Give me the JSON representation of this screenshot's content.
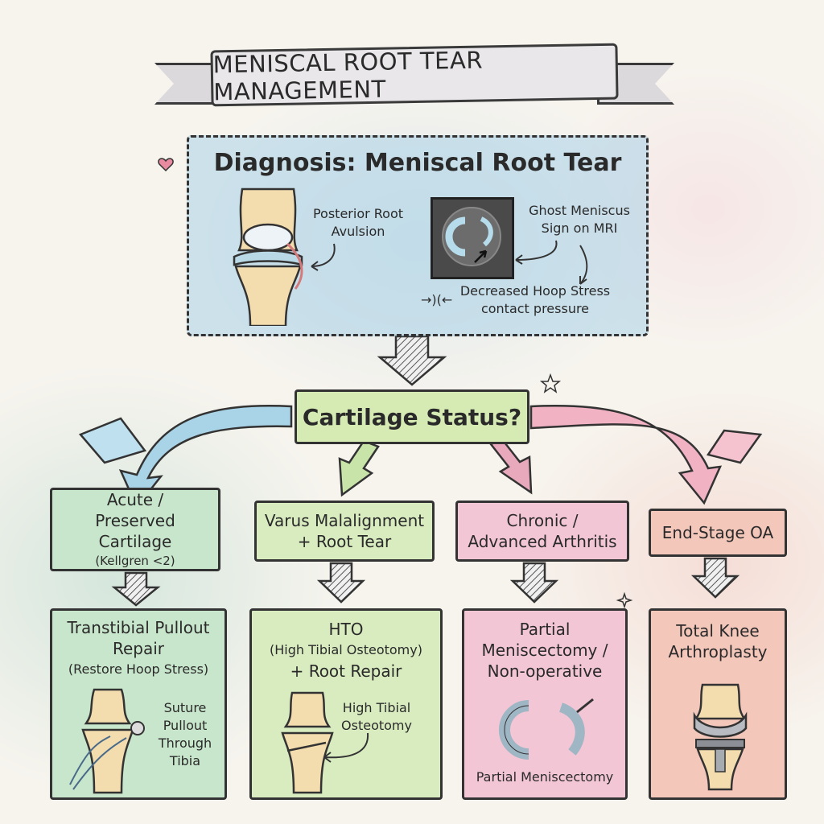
{
  "title": "MENISCAL ROOT TEAR MANAGEMENT",
  "diagnosis": {
    "title": "Diagnosis: Meniscal Root Tear",
    "posterior_label": "Posterior Root Avulsion",
    "ghost_label": "Ghost Meniscus Sign on MRI",
    "hoop_label": "Decreased Hoop Stress contact pressure"
  },
  "decision": {
    "label": "Cartilage Status?"
  },
  "branches": [
    {
      "condition": "Acute / Preserved Cartilage",
      "condition_note": "(Kellgren <2)",
      "treatment_title": "Transtibial Pullout Repair",
      "treatment_note": "(Restore Hoop Stress)",
      "illustration_label": "Suture Pullout Through Tibia",
      "color": "#c8e6cb"
    },
    {
      "condition": "Varus Malalignment + Root Tear",
      "treatment_title": "HTO",
      "treatment_note": "(High Tibial Osteotomy)",
      "treatment_extra": "+ Root Repair",
      "illustration_label": "High Tibial Osteotomy",
      "color": "#d9ecc0"
    },
    {
      "condition": "Chronic / Advanced Arthritis",
      "treatment_title": "Partial Meniscectomy / Non-operative",
      "illustration_label": "Partial Meniscectomy",
      "color": "#f2c6d4"
    },
    {
      "condition": "End-Stage OA",
      "treatment_title": "Total Knee Arthroplasty",
      "color": "#f4c7bb"
    }
  ]
}
